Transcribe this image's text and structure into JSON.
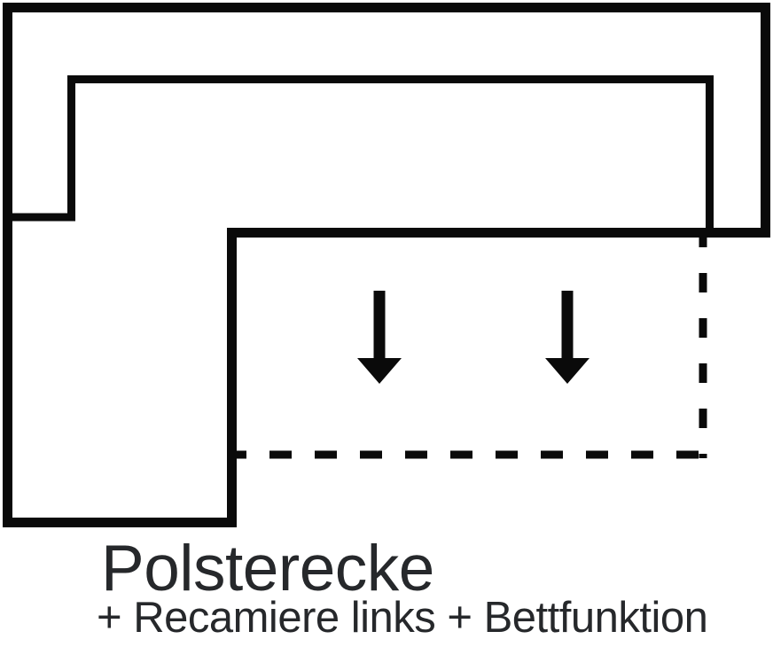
{
  "caption": {
    "title": "Polsterecke",
    "subtitle": "+ Recamiere links + Bettfunktion"
  },
  "diagram": {
    "type": "sofa-top-view-schematic",
    "line_color": "#0a0a0a",
    "text_color": "#26282b",
    "background_color": "#ffffff",
    "arrow_direction": "down",
    "legend": {
      "solid_outline": "sofa-outline",
      "inner_line": "backrest-armrest-inner-line",
      "dashed_outline": "bed-function-pullout-area",
      "arrows": "down-arrow-icon"
    }
  }
}
